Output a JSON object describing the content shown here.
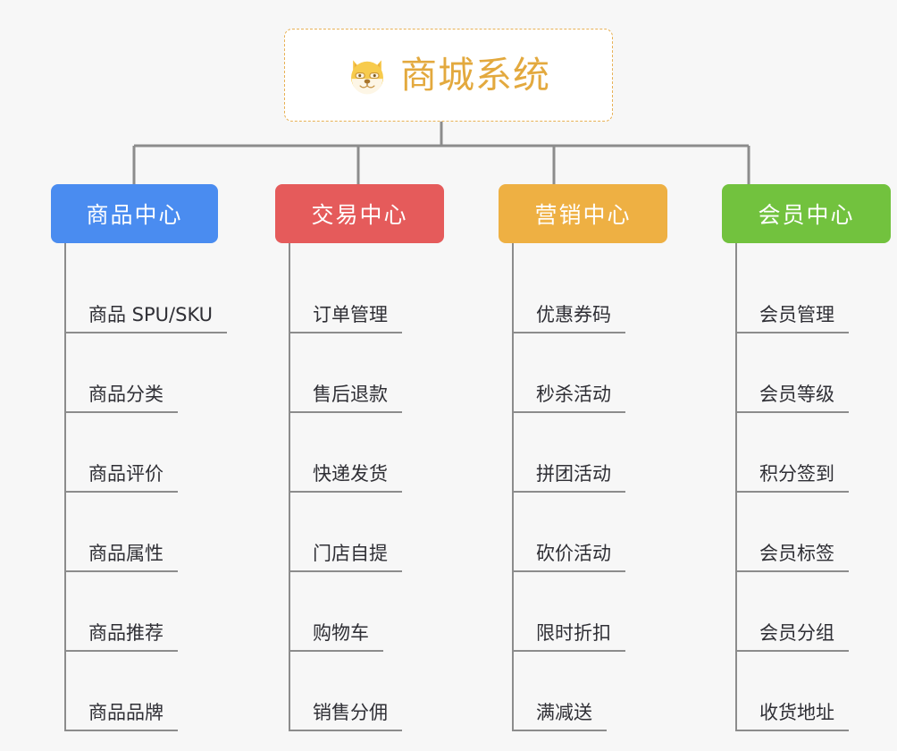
{
  "root": {
    "title": "商城系统",
    "icon": "shiba-dog-emoji",
    "title_color": "#e3a93e",
    "border_color": "#e8b155"
  },
  "connector_color": "#8c8c8c",
  "background": "#f7f7f7",
  "branches": [
    {
      "label": "商品中心",
      "color": "#4a8cf0",
      "items": [
        "商品 SPU/SKU",
        "商品分类",
        "商品评价",
        "商品属性",
        "商品推荐",
        "商品品牌"
      ]
    },
    {
      "label": "交易中心",
      "color": "#e55b5b",
      "items": [
        "订单管理",
        "售后退款",
        "快递发货",
        "门店自提",
        "购物车",
        "销售分佣"
      ]
    },
    {
      "label": "营销中心",
      "color": "#eeb043",
      "items": [
        "优惠券码",
        "秒杀活动",
        "拼团活动",
        "砍价活动",
        "限时折扣",
        "满减送"
      ]
    },
    {
      "label": "会员中心",
      "color": "#72c23e",
      "items": [
        "会员管理",
        "会员等级",
        "积分签到",
        "会员标签",
        "会员分组",
        "收货地址"
      ]
    }
  ]
}
